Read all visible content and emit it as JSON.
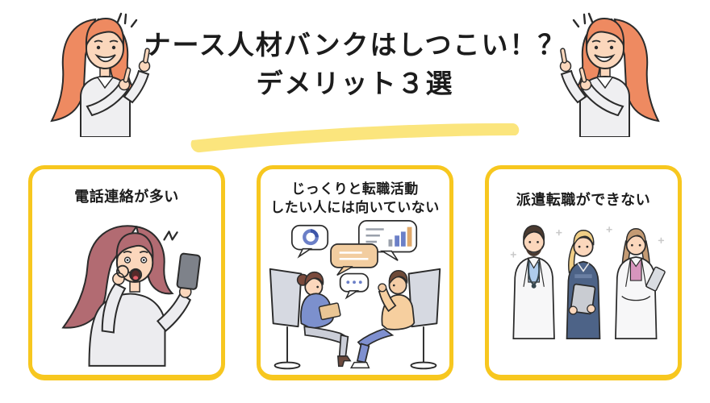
{
  "page": {
    "background": "#ffffff",
    "card_border_color": "#F7C71F",
    "highlight_color": "#FBE57D",
    "text_color": "#1c1c1c"
  },
  "header": {
    "title_line1": "ナース人材バンクはしつこい！？",
    "title_line2": "デメリット３選"
  },
  "cards": [
    {
      "id": "phone-calls",
      "lines": [
        "電話連絡が多い"
      ],
      "illustration": "shocked-woman-looking-at-phone"
    },
    {
      "id": "slow-job-hunting",
      "lines": [
        "じっくりと転職活動",
        "したい人には向いていない"
      ],
      "illustration": "recruiter-interview-conversation"
    },
    {
      "id": "no-temp-staffing",
      "lines": [
        "派遣転職ができない"
      ],
      "illustration": "doctor-and-nurses-team"
    }
  ],
  "decorations": {
    "left_figure": "pointing-woman",
    "right_figure": "pointing-woman-mirrored",
    "title_underline": "yellow-marker-stroke"
  },
  "illustration_colors": {
    "pointing_woman_hair": "#EE8A61",
    "shocked_woman_hair": "#B26B72",
    "skin": "#FBD7BC",
    "shirt_gray": "#EFEFF1",
    "phone_gray": "#7E828A",
    "chair_gray": "#D6D9E1",
    "jacket_blue": "#7C90CD",
    "jeans_blue": "#7F90D0",
    "sweater_peach": "#F6CF9F",
    "bubble_tan": "#F2CDA0",
    "chart_blue": "#6B7FC7",
    "chart_orange": "#E0A96B",
    "scrubs_navy": "#4D6387",
    "blonde": "#F0CE86",
    "brown_hair": "#C49B74",
    "pink_top": "#D795BD",
    "coat_white": "#F7F7F8"
  }
}
